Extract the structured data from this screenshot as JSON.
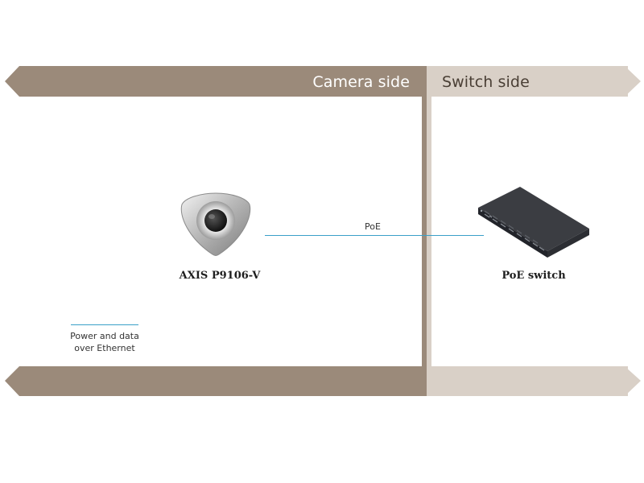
{
  "zones": {
    "camera_side": "Camera side",
    "switch_side": "Switch side"
  },
  "devices": {
    "camera": {
      "label": "AXIS P9106-V",
      "icon": "dome-camera-icon"
    },
    "switch": {
      "label": "PoE switch",
      "icon": "network-switch-icon"
    }
  },
  "connection": {
    "label": "PoE"
  },
  "legend": {
    "line1": "Power and data",
    "line2": "over Ethernet"
  },
  "colors": {
    "camera_side_band": "#9b8a7a",
    "switch_side_band": "#d9d0c7",
    "connection_line": "#3aa0c8"
  }
}
